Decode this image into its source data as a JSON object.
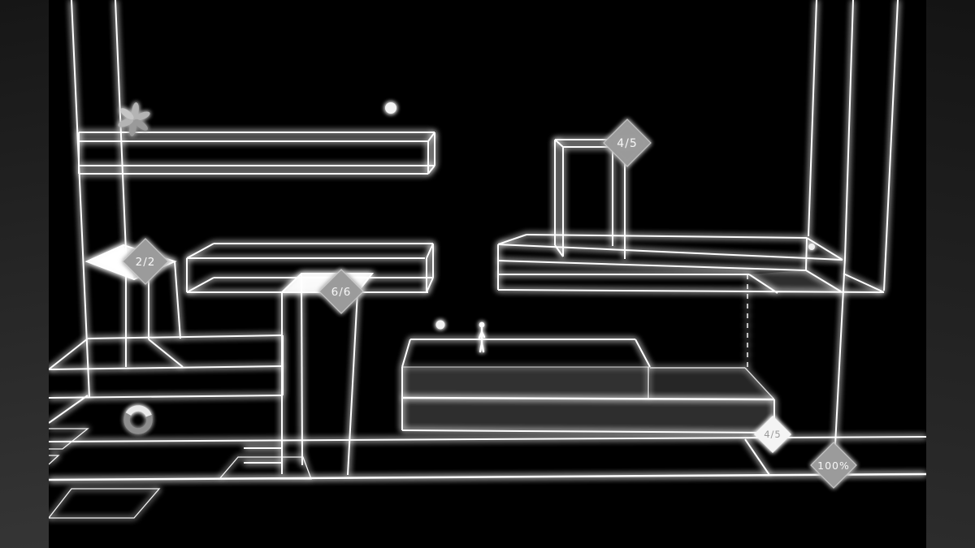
{
  "scene": {
    "name": "wireframe-platformer-level",
    "background": "#000000"
  },
  "badges": {
    "wall_ledge": "2/2",
    "column": "6/6",
    "upper_box": "4/5",
    "lower_platform": "4/5",
    "overall": "100%"
  },
  "colors": {
    "line": "#ffffff",
    "badge_gray": "#9b9b9b",
    "badge_white": "#f4f4f4",
    "badge_text_light": "#f6f6f6",
    "badge_text_gray": "#9a9a9a",
    "face_light": "rgba(255,255,255,0.72)",
    "face_dark": "#2e2e2e",
    "ornament_gray": "#b4b4b4"
  },
  "objects": {
    "player": "stick-figure",
    "collectibles": [
      "flower-asterisk-icon",
      "ring-icon",
      "dot",
      "dot",
      "dot"
    ]
  }
}
